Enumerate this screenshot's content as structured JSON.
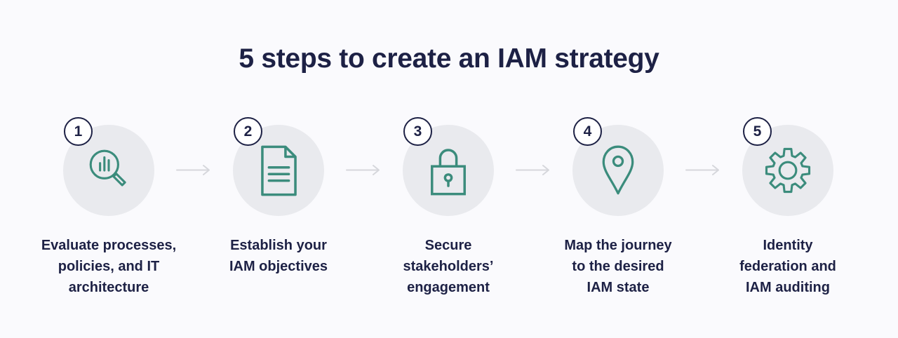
{
  "title": "5 steps to create an IAM strategy",
  "colors": {
    "bg": "#fafafd",
    "navy": "#1d2145",
    "teal": "#3b8c7c",
    "circle-bg": "#e9eaee",
    "arrow": "#d6d7dc",
    "badge-bg": "#ffffff"
  },
  "steps": [
    {
      "number": "1",
      "icon": "search-analytics-icon",
      "label": "Evaluate processes,\npolicies, and IT\narchitecture"
    },
    {
      "number": "2",
      "icon": "document-icon",
      "label": "Establish your\nIAM objectives"
    },
    {
      "number": "3",
      "icon": "lock-icon",
      "label": "Secure\nstakeholders’\nengagement"
    },
    {
      "number": "4",
      "icon": "map-pin-icon",
      "label": "Map the journey\nto the desired\nIAM state"
    },
    {
      "number": "5",
      "icon": "gear-icon",
      "label": "Identity\nfederation and\nIAM auditing"
    }
  ]
}
